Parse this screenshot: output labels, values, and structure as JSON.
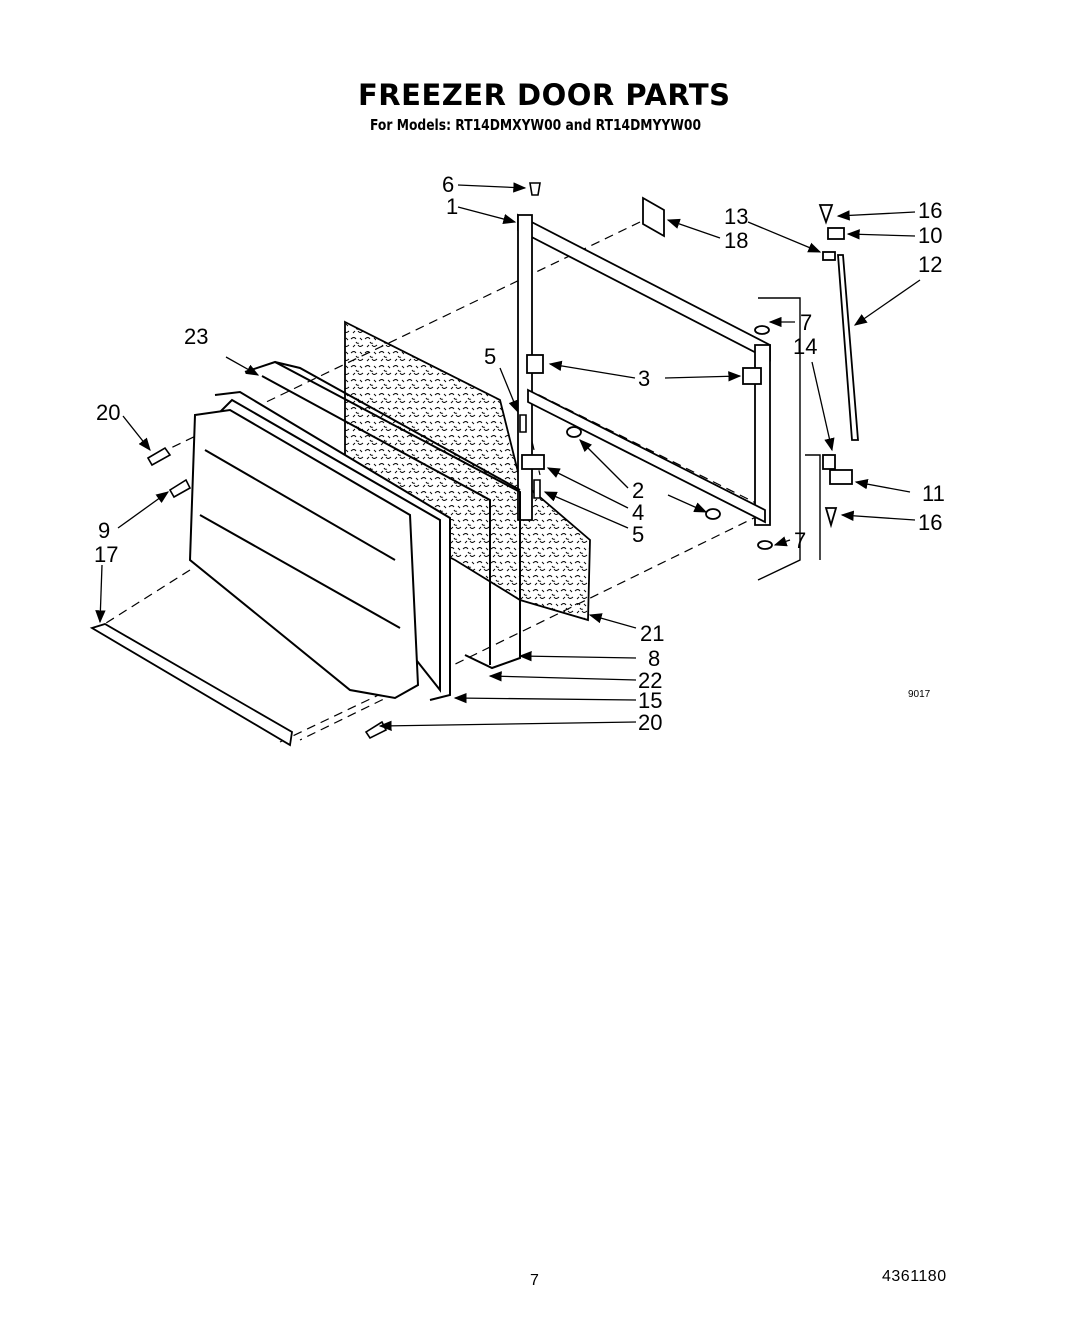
{
  "title": "FREEZER DOOR PARTS",
  "subtitle": "For Models: RT14DMXYW00 and RT14DMYYW00",
  "callouts": {
    "c1": "1",
    "c2a": "2",
    "c3": "3",
    "c4": "4",
    "c5a": "5",
    "c5b": "5",
    "c6": "6",
    "c7a": "7",
    "c7b": "7",
    "c8": "8",
    "c9": "9",
    "c10": "10",
    "c11": "11",
    "c12": "12",
    "c13": "13",
    "c14": "14",
    "c15": "15",
    "c16a": "16",
    "c16b": "16",
    "c17": "17",
    "c18": "18",
    "c20a": "20",
    "c20b": "20",
    "c21": "21",
    "c22": "22",
    "c23": "23"
  },
  "diagram_code": "9017",
  "page_number": "7",
  "document_number": "4361180"
}
